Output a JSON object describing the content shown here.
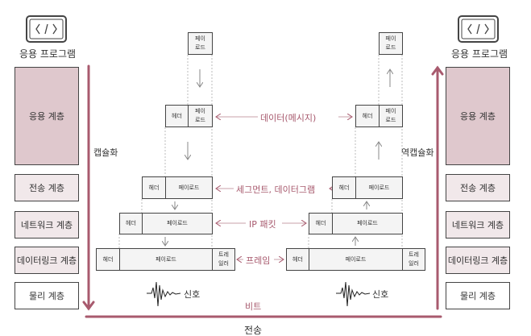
{
  "left": {
    "program_label": "응용 프로그램",
    "process_label": "캡슐화"
  },
  "right": {
    "program_label": "응용 프로그램",
    "process_label": "역캡슐화"
  },
  "layers": [
    "응용 계층",
    "전송 계층",
    "네트워크 계층",
    "데이터링크 계층",
    "물리 계층"
  ],
  "units": {
    "header": "헤더",
    "payload": "페이로드",
    "payload_split": "페이\n로드",
    "trailer": "트레\n일러"
  },
  "pdu_labels": [
    "데이터(메시지)",
    "세그먼트, 데이터그램",
    "IP 패킷",
    "프레임"
  ],
  "signal_label": "신호",
  "bit_label": "비트",
  "transmission_label": "전송",
  "colors": {
    "accent": "#a85a6e",
    "app_layer": "#dfc8cd",
    "layer": "#f1e8ea"
  },
  "icons": [
    "code-icon"
  ]
}
